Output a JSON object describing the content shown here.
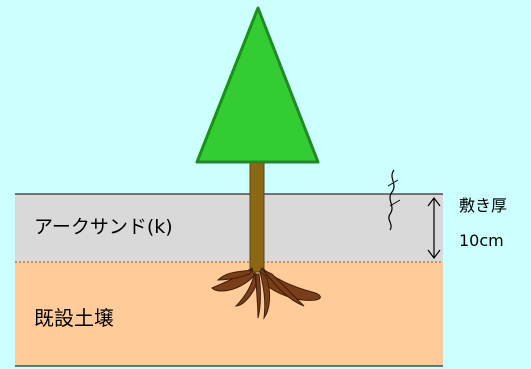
{
  "diagram": {
    "sand_layer_label": "アークサンド(k)",
    "soil_layer_label": "既設土壌",
    "thickness_label": "敷き厚",
    "thickness_value": "10cm"
  },
  "colors": {
    "background": "#ccffff",
    "sand_layer": "#d9d9d9",
    "soil_layer": "#ffcc99",
    "tree_crown": "#33cc33",
    "tree_crown_outline": "#1f8c1f",
    "trunk": "#8b6914",
    "roots": "#7a3e1a"
  }
}
